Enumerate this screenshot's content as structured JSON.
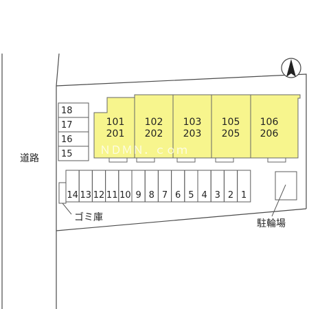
{
  "map": {
    "colors": {
      "building_fill": "#f7f58d",
      "line": "#4a4a4a",
      "text": "#222222"
    },
    "north_icon": "north-arrow-icon",
    "road_label": "道路",
    "trash_label": "ゴミ庫",
    "bicycle_parking_label": "駐輪場",
    "watermark": "ＮＤＭＮ．ｃｏｍ",
    "building_units": [
      {
        "top": "101",
        "bottom": "201"
      },
      {
        "top": "102",
        "bottom": "202"
      },
      {
        "top": "103",
        "bottom": "203"
      },
      {
        "top": "105",
        "bottom": "205"
      },
      {
        "top": "106",
        "bottom": "206"
      }
    ],
    "left_parking_spots": [
      "18",
      "17",
      "16",
      "15"
    ],
    "bottom_parking_spots": [
      "14",
      "13",
      "12",
      "11",
      "10",
      "9",
      "8",
      "7",
      "6",
      "5",
      "4",
      "3",
      "2",
      "1"
    ]
  }
}
